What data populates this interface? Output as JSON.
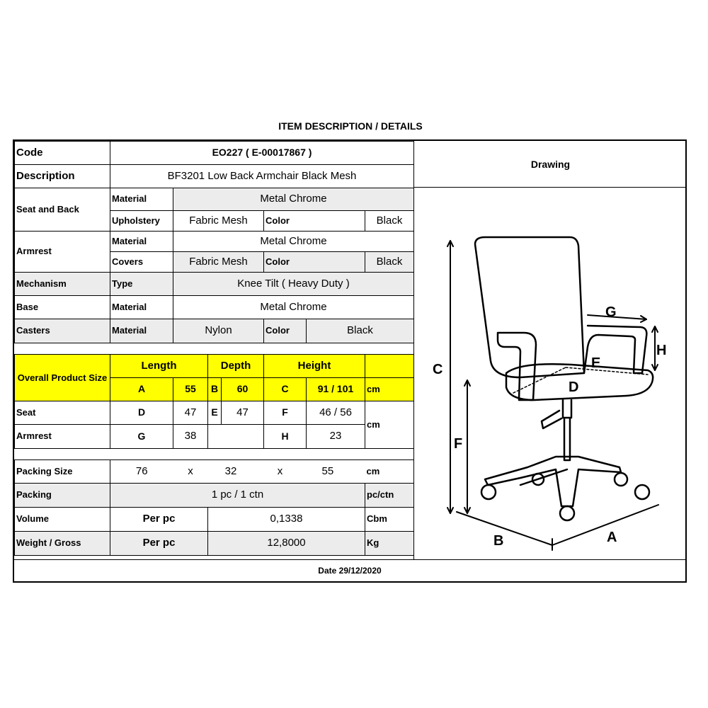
{
  "title": "ITEM DESCRIPTION / DETAILS",
  "code": {
    "label": "Code",
    "value": "EO227  ( E-00017867 )"
  },
  "description": {
    "label": "Description",
    "value": "BF3201 Low Back Armchair Black Mesh"
  },
  "drawing_header": "Drawing",
  "seat_and_back": {
    "label": "Seat and Back",
    "material_label": "Material",
    "material": "Metal Chrome",
    "upholstery_label": "Upholstery",
    "upholstery": "Fabric Mesh",
    "color_label": "Color",
    "color": "Black"
  },
  "armrest": {
    "label": "Armrest",
    "material_label": "Material",
    "material": "Metal Chrome",
    "covers_label": "Covers",
    "covers": "Fabric Mesh",
    "color_label": "Color",
    "color": "Black"
  },
  "mechanism": {
    "label": "Mechanism",
    "type_label": "Type",
    "type": "Knee Tilt ( Heavy Duty )"
  },
  "base": {
    "label": "Base",
    "material_label": "Material",
    "material": "Metal Chrome"
  },
  "casters": {
    "label": "Casters",
    "material_label": "Material",
    "material": "Nylon",
    "color_label": "Color",
    "color": "Black"
  },
  "dimensions": {
    "label": "Overall Product Size",
    "length_label": "Length",
    "depth_label": "Depth",
    "height_label": "Height",
    "a": "A",
    "a_val": "55",
    "b": "B",
    "b_val": "60",
    "c": "C",
    "c_val": "91 / 101",
    "unit": "cm",
    "seat_label": "Seat",
    "d": "D",
    "d_val": "47",
    "e": "E",
    "e_val": "47",
    "f": "F",
    "f_val": "46 / 56",
    "armrest_label": "Armrest",
    "g": "G",
    "g_val": "38",
    "h": "H",
    "h_val": "23",
    "side_unit": "cm"
  },
  "packing_size": {
    "label": "Packing Size",
    "l": "76",
    "x1": "x",
    "w": "32",
    "x2": "x",
    "h": "55",
    "unit": "cm"
  },
  "packing": {
    "label": "Packing",
    "value": "1 pc / 1 ctn",
    "unit": "pc/ctn"
  },
  "volume": {
    "label": "Volume",
    "per": "Per pc",
    "value": "0,1338",
    "unit": "Cbm"
  },
  "weight": {
    "label": "Weight / Gross",
    "per": "Per pc",
    "value": "12,8000",
    "unit": "Kg"
  },
  "date": "Date 29/12/2020",
  "drawing_labels": {
    "a": "A",
    "b": "B",
    "c": "C",
    "d": "D",
    "e": "E",
    "f": "F",
    "g": "G",
    "h": "H"
  },
  "colors": {
    "highlight": "#ffff00",
    "shade": "#ececec",
    "line": "#000000"
  }
}
